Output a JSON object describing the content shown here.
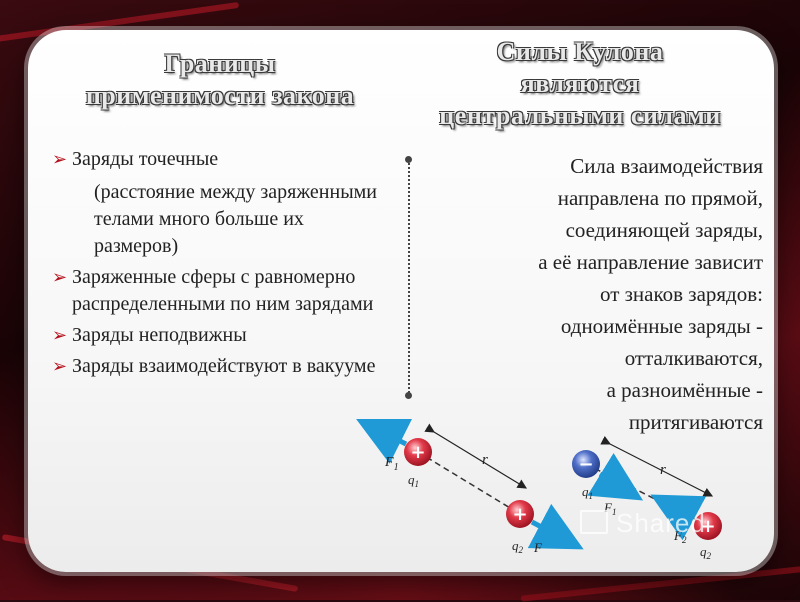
{
  "left_header": {
    "line1": "Границы",
    "line2": "применимости закона"
  },
  "right_header": {
    "line1": "Силы Кулона",
    "line2": "являются",
    "line3": "центральными силами"
  },
  "conditions": {
    "item1": "Заряды точечные",
    "item1_note": "(расстояние между заряженными телами много больше их размеров)",
    "item2": " Заряженные сферы с равномерно распределенными по ним зарядами",
    "item3": "Заряды неподвижны",
    "item4": "Заряды взаимодействуют в вакууме"
  },
  "explanation": {
    "line1": "Сила взаимодействия",
    "line2": "направлена по прямой,",
    "line3": "соединяющей заряды,",
    "line4": "а её направление зависит",
    "line5": "от знаков зарядов:",
    "line6": "одноимённые заряды -",
    "line7": "отталкиваются,",
    "line8": "а разноимённые -",
    "line9": "притягиваются"
  },
  "diagram_left": {
    "charge_top_sign": "+",
    "charge_bottom_sign": "+",
    "force_top": "F",
    "force_top_sub": "1",
    "q_top": "q",
    "q_top_sub": "1",
    "q_bottom": "q",
    "q_bottom_sub": "2",
    "force_bottom": "F",
    "distance": "r"
  },
  "diagram_right": {
    "charge_top_sign": "−",
    "charge_bottom_sign": "+",
    "q_top": "q",
    "q_top_sub": "1",
    "force_top": "F",
    "force_top_sub": "1",
    "force_bottom": "F",
    "force_bottom_sub": "2",
    "q_bottom": "q",
    "q_bottom_sub": "2",
    "distance": "r"
  },
  "watermark": "Shared",
  "colors": {
    "positive_charge": "#e23a4a",
    "negative_charge": "#4f6fc8",
    "force_arrow": "#1f9ad6",
    "bullet": "#b3121d"
  }
}
